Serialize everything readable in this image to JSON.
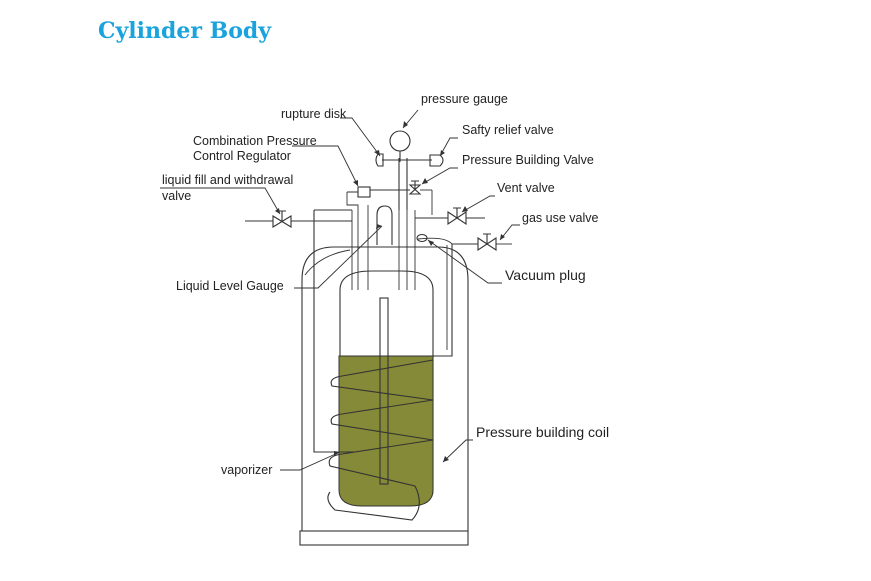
{
  "title": "Cylinder Body",
  "labels": {
    "pressure_gauge": "pressure gauge",
    "rupture_disk": "rupture disk",
    "safety_relief_valve": "Safty relief valve",
    "combination_line1": "Combination Pressure",
    "combination_line2": "Control Regulator",
    "pressure_building_valve": "Pressure Building Valve",
    "liquid_fill_line1": "liquid fill and withdrawal",
    "liquid_fill_line2": "valve",
    "vent_valve": "Vent valve",
    "gas_use_valve": "gas use valve",
    "vacuum_plug": "Vacuum plug",
    "liquid_level_gauge": "Liquid Level Gauge",
    "pressure_building_coil": "Pressure building coil",
    "vaporizer": "vaporizer"
  },
  "colors": {
    "title": "#1aa3dc",
    "liquid": "#858a38",
    "line": "#333333"
  }
}
